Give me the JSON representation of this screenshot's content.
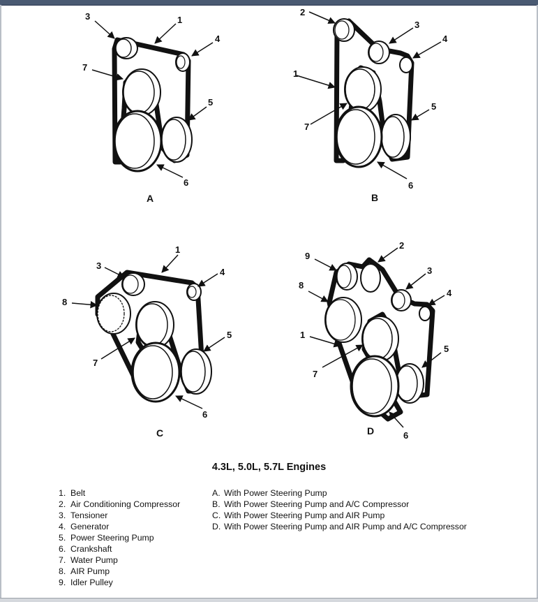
{
  "diagram": {
    "panels": [
      {
        "letter": "A",
        "callouts": [
          "1",
          "3",
          "4",
          "5",
          "6",
          "7"
        ]
      },
      {
        "letter": "B",
        "callouts": [
          "1",
          "2",
          "3",
          "4",
          "5",
          "6",
          "7"
        ]
      },
      {
        "letter": "C",
        "callouts": [
          "1",
          "3",
          "4",
          "5",
          "6",
          "7",
          "8"
        ]
      },
      {
        "letter": "D",
        "callouts": [
          "1",
          "2",
          "3",
          "4",
          "5",
          "6",
          "7",
          "8",
          "9"
        ]
      }
    ]
  },
  "title": "4.3L, 5.0L, 5.7L Engines",
  "components": [
    {
      "num": "1.",
      "label": "Belt"
    },
    {
      "num": "2.",
      "label": "Air Conditioning Compressor"
    },
    {
      "num": "3.",
      "label": "Tensioner"
    },
    {
      "num": "4.",
      "label": "Generator"
    },
    {
      "num": "5.",
      "label": "Power Steering Pump"
    },
    {
      "num": "6.",
      "label": "Crankshaft"
    },
    {
      "num": "7.",
      "label": "Water Pump"
    },
    {
      "num": "8.",
      "label": "AIR Pump"
    },
    {
      "num": "9.",
      "label": "Idler Pulley"
    }
  ],
  "variants": [
    {
      "letter": "A.",
      "label": "With Power Steering Pump"
    },
    {
      "letter": "B.",
      "label": "With Power Steering Pump and A/C Compressor"
    },
    {
      "letter": "C.",
      "label": "With Power Steering Pump and AIR Pump"
    },
    {
      "letter": "D.",
      "label": "With Power Steering Pump and AIR Pump and A/C Compressor"
    }
  ]
}
